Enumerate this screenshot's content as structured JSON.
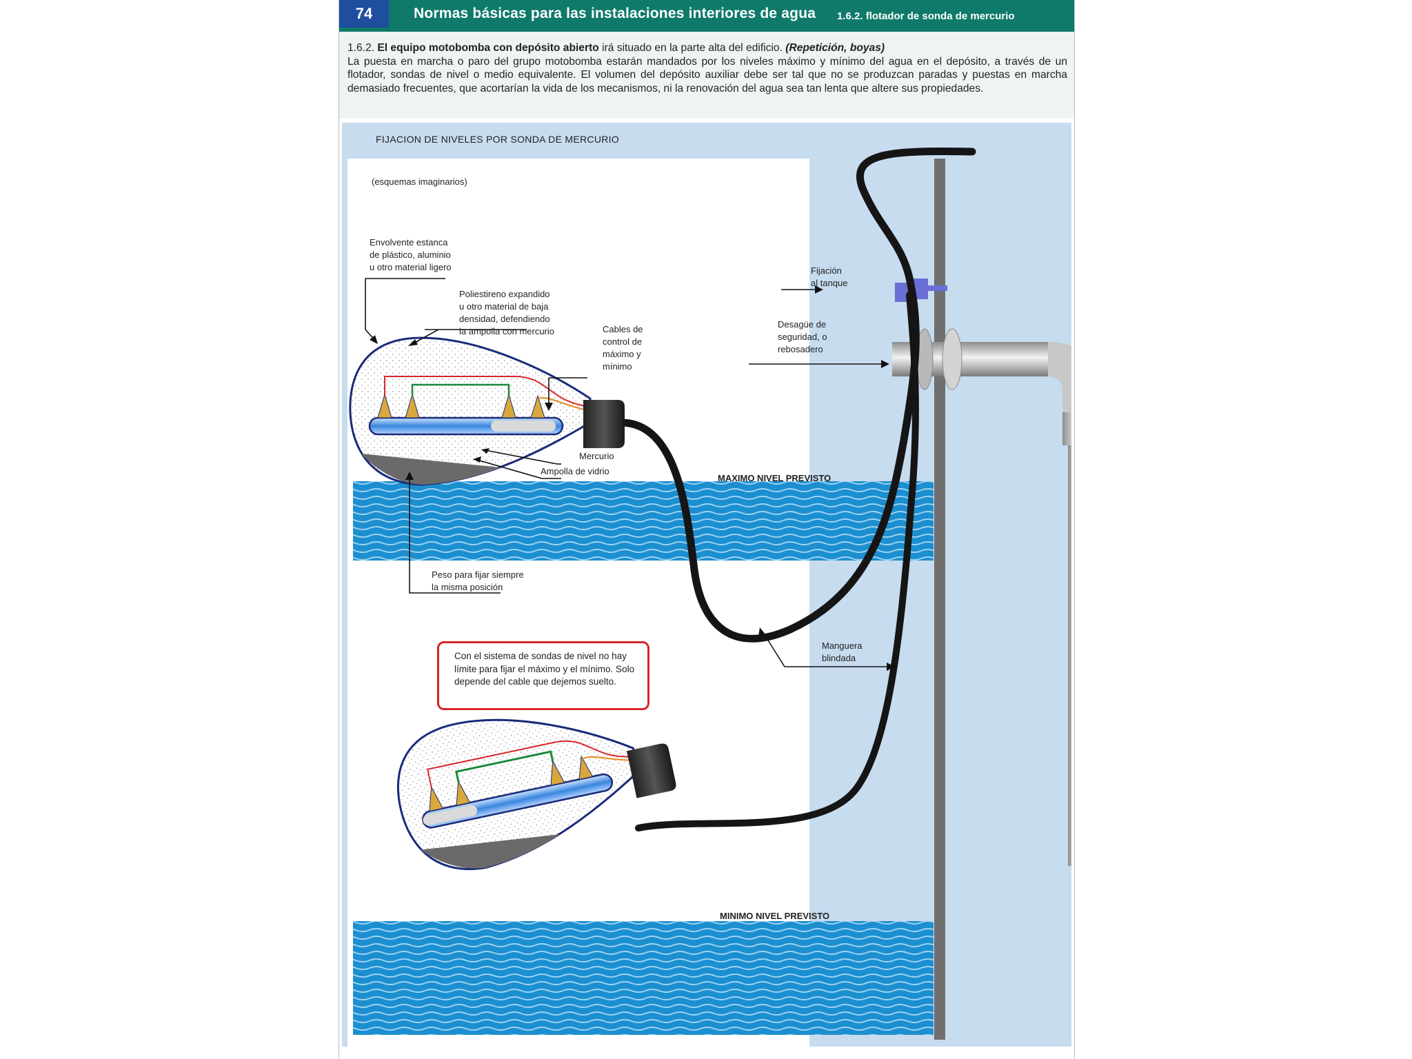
{
  "header": {
    "page_number": "74",
    "title": "Normas básicas para las instalaciones interiores de agua",
    "section": "1.6.2. flotador de sonda  de mercurio"
  },
  "intro": {
    "number": "1.6.2.",
    "lead_bold": "El equipo motobomba con depósito abierto",
    "lead_rest": "irá situado en la parte alta del edificio.",
    "lead_italic": "(Repetición, boyas)",
    "body": "La puesta en marcha o paro del grupo motobomba estarán mandados por los niveles máximo y mínimo del agua en el depósito, a través de un flotador, sondas de nivel o medio equivalente. El volumen del depósito auxiliar debe ser tal que no se produzcan paradas y puestas en marcha demasiado frecuentes, que acortarían la vida de los mecanismos, ni la renovación del agua sea tan lenta que altere sus propiedades."
  },
  "figure": {
    "title": "FIJACION DE NIVELES POR SONDA DE  MERCURIO",
    "subtitle": "(esquemas  imaginarios)",
    "labels": {
      "envolvente": [
        "Envolvente estanca",
        "de plástico, aluminio",
        "u otro material ligero"
      ],
      "poliestireno": [
        "Poliestireno expandido",
        "u otro material de baja",
        "densidad, defendiendo",
        "la ampolla con  mercurio"
      ],
      "cables": [
        "Cables de",
        "control de",
        "máximo y",
        "mínimo"
      ],
      "mercurio": "Mercurio",
      "ampolla": "Ampolla de vidrio",
      "peso": [
        "Peso para fijar siempre",
        "la misma posición"
      ],
      "fijacion": [
        "Fijación",
        "al tanque"
      ],
      "desague": [
        "Desagüe de",
        "seguridad, o",
        "rebosadero"
      ],
      "manguera": [
        "Manguera",
        "blindada"
      ],
      "maximo": "MAXIMO NIVEL PREVISTO",
      "minimo": "MINIMO NIVEL PREVISTO"
    },
    "note": "Con el sistema de sondas de nivel no hay límite para fijar el máximo y el mínimo.  Solo depende del cable que dejemos suelto.",
    "colors": {
      "water": "#1c8fd0",
      "wave": "#9fd2f0",
      "wall": "#6f6f6f",
      "outline": "#1a2a7a",
      "note_border": "#d8262a",
      "fixing": "#6a6fd6"
    }
  }
}
